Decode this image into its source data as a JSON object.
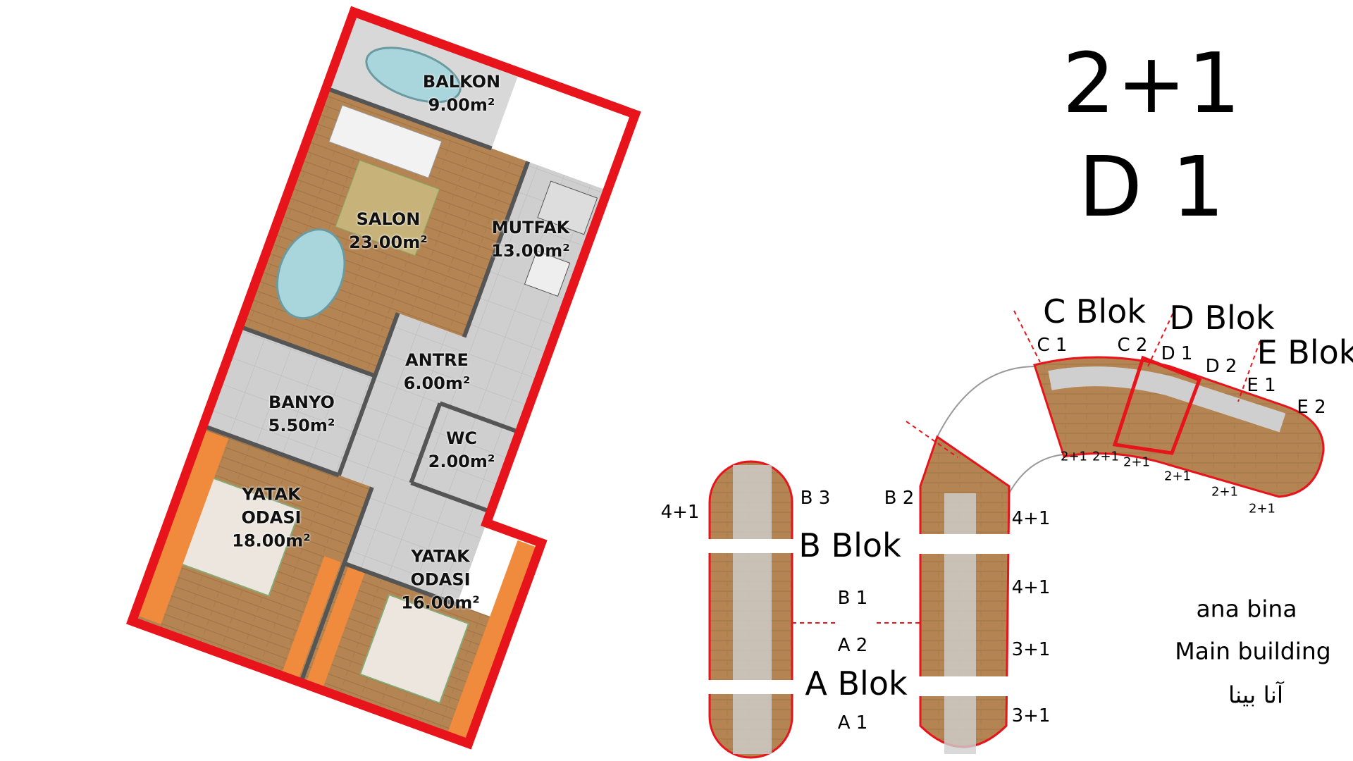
{
  "unit_type": "2+1",
  "unit_code": "D 1",
  "rooms": [
    {
      "name": "BALKON",
      "area": "9.00m²"
    },
    {
      "name": "SALON",
      "area": "23.00m²"
    },
    {
      "name": "MUTFAK",
      "area": "13.00m²"
    },
    {
      "name": "ANTRE",
      "area": "6.00m²"
    },
    {
      "name": "BANYO",
      "area": "5.50m²"
    },
    {
      "name": "WC",
      "area": "2.00m²"
    },
    {
      "name": "YATAK ODASI",
      "area": "18.00m²"
    },
    {
      "name": "YATAK ODASI",
      "area": "16.00m²"
    }
  ],
  "site_plan": {
    "blocks": [
      "A Blok",
      "B Blok",
      "C Blok",
      "D Blok",
      "E Blok"
    ],
    "units": [
      "A 1",
      "A 2",
      "B 1",
      "B 2",
      "B 3",
      "C 1",
      "C 2",
      "D 1",
      "D 2",
      "E 1",
      "E 2"
    ],
    "types_left": [
      "4+1"
    ],
    "types_right": [
      "4+1",
      "4+1",
      "3+1",
      "3+1"
    ],
    "types_curve": [
      "2+1",
      "2+1",
      "2+1",
      "2+1",
      "2+1",
      "2+1"
    ],
    "main_building": [
      "ana bina",
      "Main building",
      "آنا بينا"
    ]
  },
  "colors": {
    "outline": "#e8141b",
    "wood": "#b88a57",
    "tile": "#c9c9c9",
    "wardrobe": "#f08a3c"
  }
}
